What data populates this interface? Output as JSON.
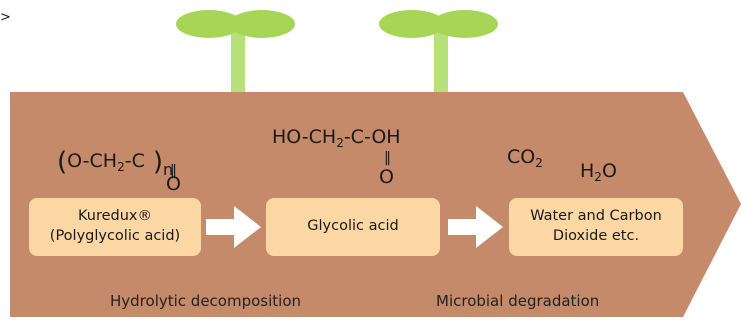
{
  "colors": {
    "arrow_body": "#c48a6a",
    "box_fill": "#fbd7a4",
    "sprout_green": "#a7d657",
    "stem_green": "#b6e07a",
    "white_arrow": "#ffffff"
  },
  "stage_1": {
    "formula": {
      "open": "(",
      "o": "O",
      "dash1": "-",
      "ch": "CH",
      "sub2": "2",
      "dash2": "-",
      "c": "C",
      "close": ")",
      "n": "n",
      "double_bond": "‖",
      "carbonyl_o": "O"
    },
    "box_line1": "Kuredux®",
    "box_line2": "(Polyglycolic acid)"
  },
  "stage_2": {
    "formula": {
      "left": "HO-CH",
      "sub2": "2",
      "right": "-C-OH",
      "double_bond": "‖",
      "carbonyl_o": "O"
    },
    "box_label": "Glycolic acid"
  },
  "stage_3": {
    "co2_base": "CO",
    "co2_sub": "2",
    "h2o_h": "H",
    "h2o_sub": "2",
    "h2o_o": "O",
    "box_line1": "Water and Carbon",
    "box_line2": "Dioxide etc."
  },
  "processes": {
    "hydrolytic": "Hydrolytic decomposition",
    "microbial": "Microbial degradation"
  },
  "corner_mark": ">"
}
